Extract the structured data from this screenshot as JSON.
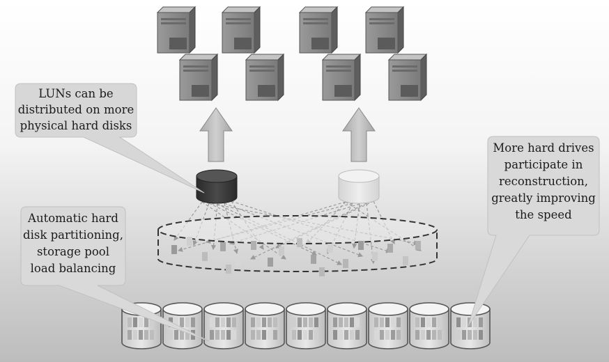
{
  "diagram": {
    "callouts": [
      {
        "id": "luns",
        "lines": [
          "LUNs can be",
          "distributed on more",
          "physical hard disks"
        ]
      },
      {
        "id": "partitioning",
        "lines": [
          "Automatic hard",
          "disk partitioning,",
          "storage pool",
          "load balancing"
        ]
      },
      {
        "id": "reconstruction",
        "lines": [
          "More hard drives",
          "participate in",
          "reconstruction,",
          "greatly improving",
          "the speed"
        ]
      }
    ],
    "servers": {
      "count": 8
    },
    "luns": [
      {
        "id": "lun-dark",
        "color": "#3a3a3a"
      },
      {
        "id": "lun-light",
        "color": "#dcdcdc"
      }
    ],
    "disks": {
      "count": 9
    }
  }
}
